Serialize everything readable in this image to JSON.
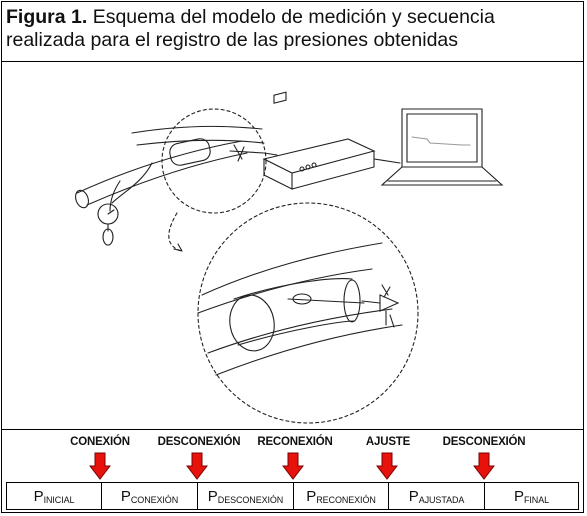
{
  "caption": {
    "label": "Figura 1.",
    "line1": " Esquema del modelo de medición y secuencia",
    "line2": "realizada para el registro de las presiones obtenidas"
  },
  "sequence": {
    "events": [
      "CONEXIÓN",
      "DESCONEXIÓN",
      "RECONEXIÓN",
      "AJUSTE",
      "DESCONEXIÓN"
    ],
    "states": [
      {
        "symbol": "P",
        "sub": "INICIAL"
      },
      {
        "symbol": "P",
        "sub": "CONEXIÓN"
      },
      {
        "symbol": "P",
        "sub": "DESCONEXIÓN"
      },
      {
        "symbol": "P",
        "sub": "RECONEXIÓN"
      },
      {
        "symbol": "P",
        "sub": "AJUSTADA"
      },
      {
        "symbol": "P",
        "sub": "FINAL"
      }
    ]
  },
  "colors": {
    "arrow": "#e8120c",
    "arrow_stroke": "#7a0000",
    "line": "#111111"
  },
  "icons": [
    "endotracheal-tube-icon",
    "manometer-icon",
    "pressure-monitor-icon",
    "laptop-icon",
    "stopcock-icon"
  ]
}
